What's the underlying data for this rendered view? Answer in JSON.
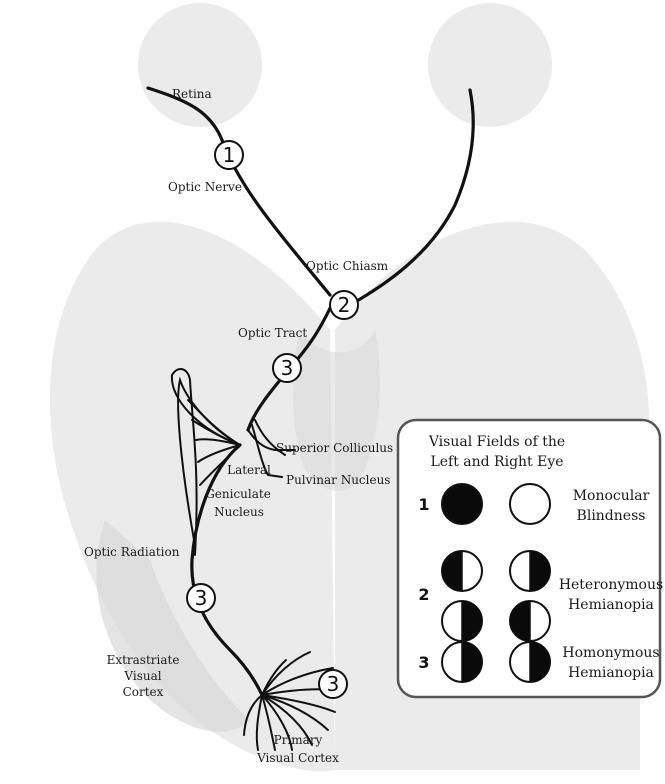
{
  "labels": {
    "retina": "Retina",
    "optic_nerve": "Optic Nerve",
    "optic_chiasm": "Optic Chiasm",
    "optic_tract": "Optic Tract",
    "superior_colliculus": "Superior Colliculus",
    "lgn_line1": "Lateral",
    "lgn_line2": "Geniculate",
    "lgn_line3": "Nucleus",
    "pulvinar": "Pulvinar Nucleus",
    "optic_radiation": "Optic Radiation",
    "extrastriate_line1": "Extrastriate",
    "extrastriate_line2": "Visual",
    "extrastriate_line3": "Cortex",
    "primary_line1": "Primary",
    "primary_line2": "Visual Cortex"
  },
  "markers": [
    "1",
    "2",
    "3",
    "3",
    "3"
  ],
  "legend": {
    "title_line1": "Visual Fields of the",
    "title_line2": "Left and Right Eye",
    "rows": [
      {
        "number": "1",
        "label_line1": "Monocular",
        "label_line2": "Blindness"
      },
      {
        "number": "2",
        "label_line1": "Heteronymous",
        "label_line2": "Hemianopia"
      },
      {
        "number": "3",
        "label_line1": "Homonymous",
        "label_line2": "Hemianopia"
      }
    ]
  },
  "colors": {
    "pathway": "#111111",
    "brain_shading": "#ebebeb",
    "legend_border": "#555555",
    "field_dark": "#0a0a0a",
    "field_light": "#ffffff"
  }
}
